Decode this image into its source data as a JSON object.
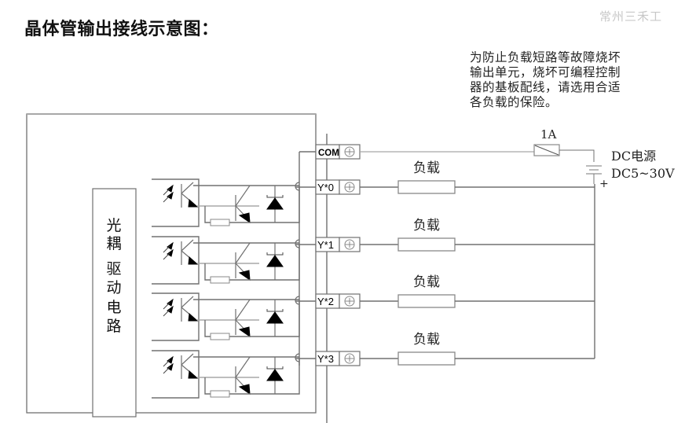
{
  "title": "晶体管输出接线示意图：",
  "watermark": "常州三禾工",
  "fuse_note_lines": [
    "为防止负载短路等故障烧坏",
    "输出单元，烧坏可编程控制",
    "器的基板配线，请选用合适",
    "各负载的保险。"
  ],
  "fuse": {
    "label": "1A",
    "icon": "fuse-icon"
  },
  "power_supply": {
    "label_line1": "DC电源",
    "label_line2": "DC5~30V",
    "polarity": "+",
    "icon": "battery-icon"
  },
  "driver_block": {
    "chars": [
      "光",
      "耦",
      "驱",
      "动",
      "电",
      "路"
    ]
  },
  "common_terminal": {
    "label": "COM*",
    "icon": "screw-terminal-icon"
  },
  "outputs": [
    {
      "terminal": "Y*0",
      "load_label": "负载"
    },
    {
      "terminal": "Y*1",
      "load_label": "负载"
    },
    {
      "terminal": "Y*2",
      "load_label": "负载"
    },
    {
      "terminal": "Y*3",
      "load_label": "负载"
    }
  ],
  "colors": {
    "wire": "#707070",
    "wire_light": "#a8a8a8",
    "text": "#222222",
    "watermark": "#c8c8c8"
  }
}
